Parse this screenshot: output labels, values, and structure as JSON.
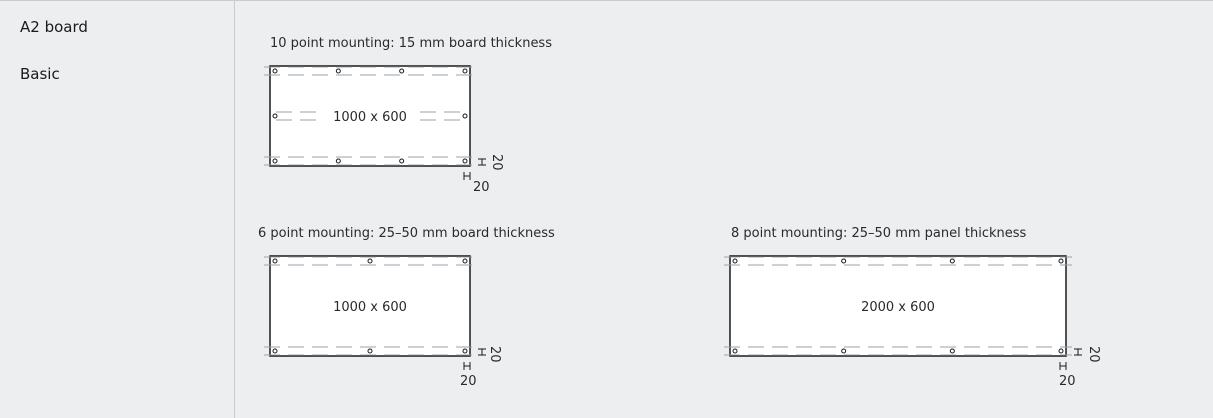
{
  "left": {
    "category": "A2 board",
    "variant": "Basic"
  },
  "diagrams": [
    {
      "caption": "10 point mounting: 15 mm board thickness",
      "size_label": "1000 x 600",
      "margin_label": "20",
      "fixing_points": 10
    },
    {
      "caption": "6 point mounting: 25–50 mm board thickness",
      "size_label": "1000 x 600",
      "margin_label": "20",
      "fixing_points": 6
    },
    {
      "caption": "8 point mounting: 25–50 mm panel thickness",
      "size_label": "2000 x 600",
      "margin_label": "20",
      "fixing_points": 8
    }
  ],
  "colors": {
    "background": "#eceef0",
    "board_fill": "#ffffff",
    "outline": "#1a1a1a",
    "dash": "#9ea3a8"
  }
}
